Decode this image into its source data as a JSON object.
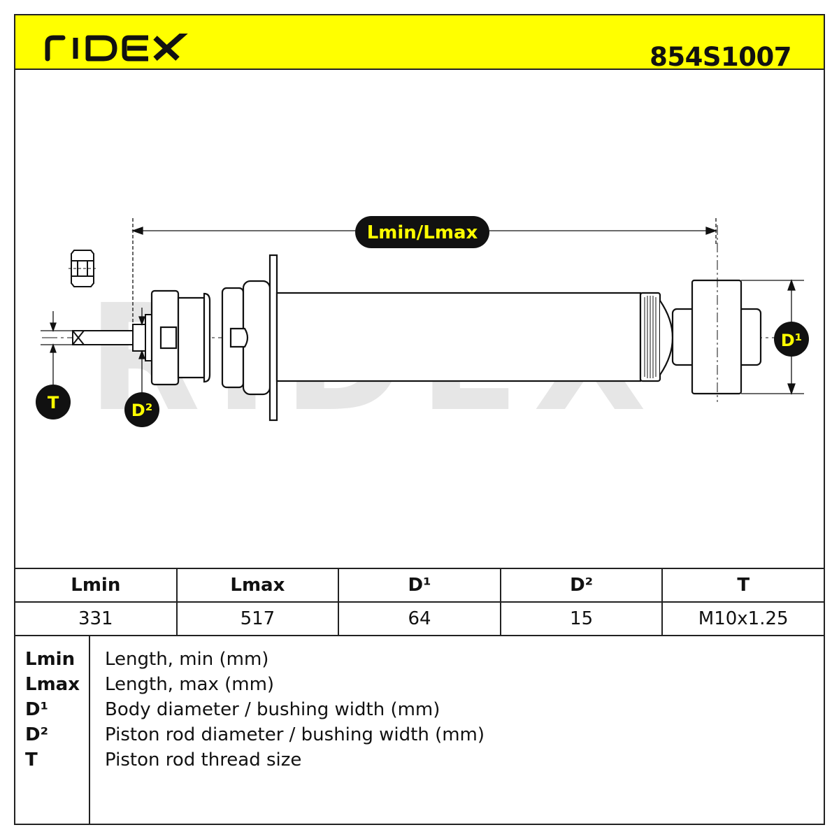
{
  "header": {
    "brand": "RIDEX",
    "part_number": "854S1007",
    "background_color": "#ffff00"
  },
  "drawing": {
    "watermark": "RIDEX",
    "length_label": "Lmin/Lmax",
    "body_diameter_label": "D¹",
    "rod_diameter_label": "D²",
    "thread_label": "T"
  },
  "specs": {
    "headers": [
      "Lmin",
      "Lmax",
      "D¹",
      "D²",
      "T"
    ],
    "values": [
      "331",
      "517",
      "64",
      "15",
      "M10x1.25"
    ]
  },
  "legend": [
    {
      "key": "Lmin",
      "description": "Length, min (mm)"
    },
    {
      "key": "Lmax",
      "description": "Length, max (mm)"
    },
    {
      "key": "D¹",
      "description": "Body diameter / bushing width (mm)"
    },
    {
      "key": "D²",
      "description": "Piston rod diameter / bushing width (mm)"
    },
    {
      "key": "T",
      "description": "Piston rod thread size"
    }
  ]
}
